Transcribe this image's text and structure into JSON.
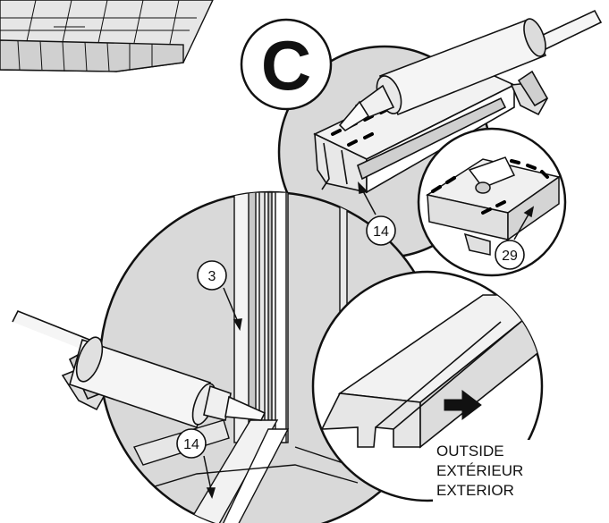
{
  "step": {
    "letter": "C"
  },
  "callouts": {
    "c14_top": "14",
    "c29": "29",
    "c3": "3",
    "c14_bottom": "14"
  },
  "direction_label": {
    "line1": "OUTSIDE",
    "line2": "EXTÉRIEUR",
    "line3": "EXTERIOR"
  },
  "colors": {
    "ink": "#111111",
    "circle_fill": "#d9d9d9",
    "part_fill": "#f2f2f2",
    "shade": "#bdbdbd",
    "paper": "#ffffff"
  }
}
